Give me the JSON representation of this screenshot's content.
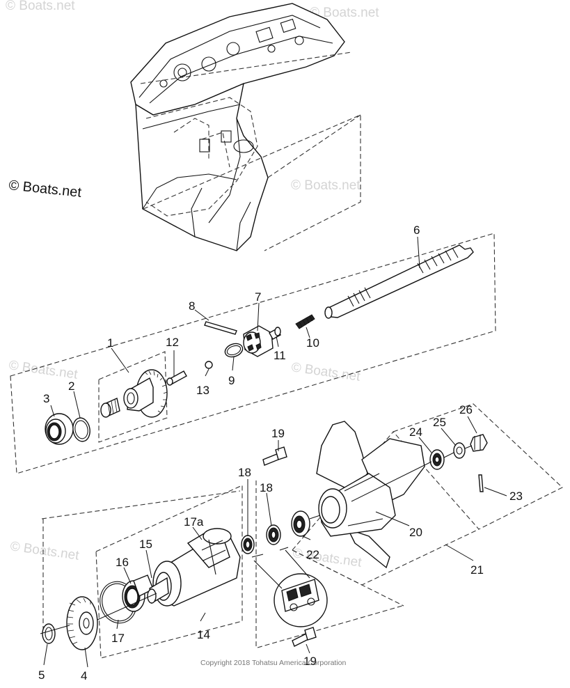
{
  "watermark": {
    "main": "© Boats.net",
    "faint": [
      "© Boats.net",
      "© Boats.net",
      "© Boats.net",
      "© Boats.net",
      "© Boats.net",
      "© Boats.net",
      "© Boats.net"
    ]
  },
  "copyright": "Copyright 2018 Tohatsu America Corporation",
  "callouts": {
    "c1": "1",
    "c2": "2",
    "c3": "3",
    "c4": "4",
    "c5": "5",
    "c6": "6",
    "c7": "7",
    "c8": "8",
    "c9": "9",
    "c10": "10",
    "c11": "11",
    "c12": "12",
    "c13": "13",
    "c14": "14",
    "c15": "15",
    "c16": "16",
    "c17": "17",
    "c17a": "17a",
    "c18a": "18",
    "c18b": "18",
    "c19a": "19",
    "c19b": "19",
    "c20": "20",
    "c21": "21",
    "c22": "22",
    "c23": "23",
    "c24": "24",
    "c25": "25",
    "c26": "26"
  }
}
